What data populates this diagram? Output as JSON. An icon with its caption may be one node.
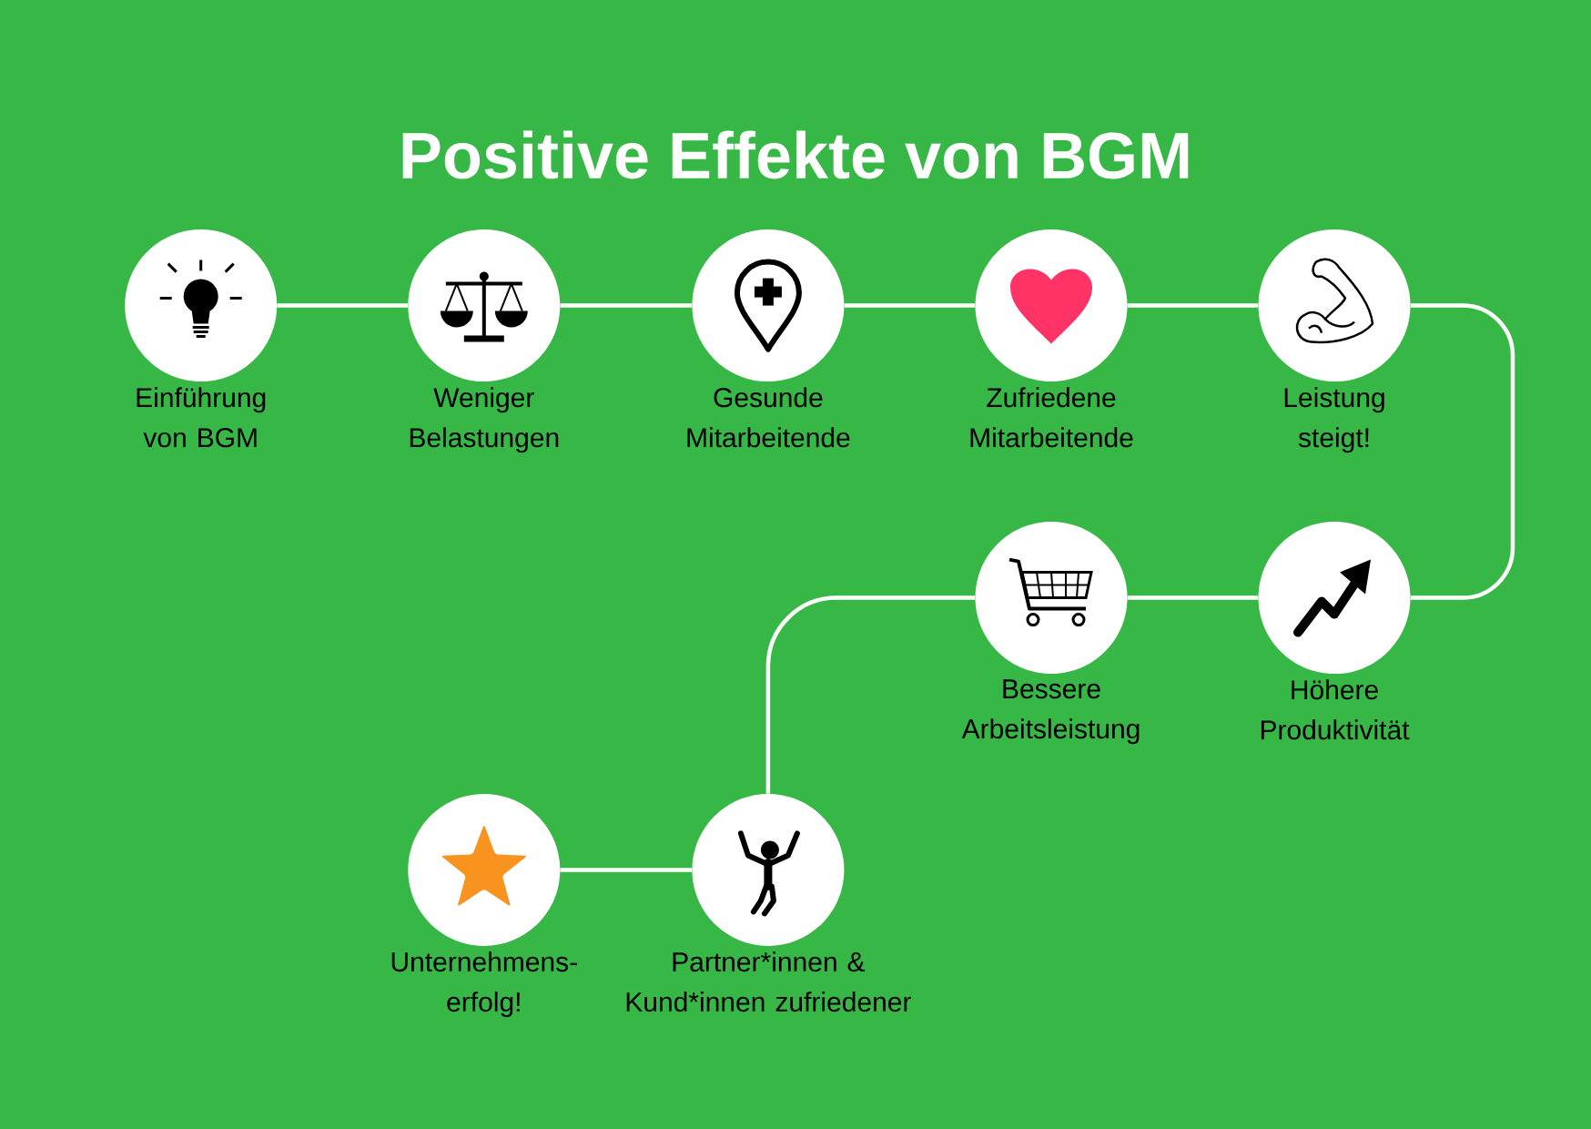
{
  "diagram": {
    "title": "Positive Effekte von BGM",
    "nodes": [
      {
        "text": [
          "Einführung von BGM"
        ]
      },
      {
        "text": [
          "Weniger Belastungen"
        ]
      },
      {
        "text": [
          "Gesunde Mitarbeitende"
        ]
      },
      {
        "text": [
          "Zufriedene Mitarbeitende"
        ]
      },
      {
        "text": [
          "Leistung steigt!"
        ]
      },
      {
        "text": [
          "Bessere Arbeitsleistung"
        ]
      },
      {
        "text": [
          "Höhere Produktivität"
        ]
      },
      {
        "text": [
          "Unternehmens- erfolg!"
        ]
      },
      {
        "text": [
          "Partner*innen & Kund*innen zufriedener"
        ]
      }
    ],
    "edges": [
      {
        "from": 0,
        "to": 1,
        "arrow": "none"
      },
      {
        "from": 1,
        "to": 2,
        "arrow": "none"
      },
      {
        "from": 2,
        "to": 3,
        "arrow": "none"
      },
      {
        "from": 3,
        "to": 4,
        "arrow": "none"
      },
      {
        "from": 4,
        "to": 6,
        "arrow": "none"
      },
      {
        "from": 6,
        "to": 5,
        "arrow": "none"
      },
      {
        "from": 5,
        "to": 8,
        "arrow": "none"
      },
      {
        "from": 8,
        "to": 7,
        "arrow": "none"
      }
    ]
  }
}
